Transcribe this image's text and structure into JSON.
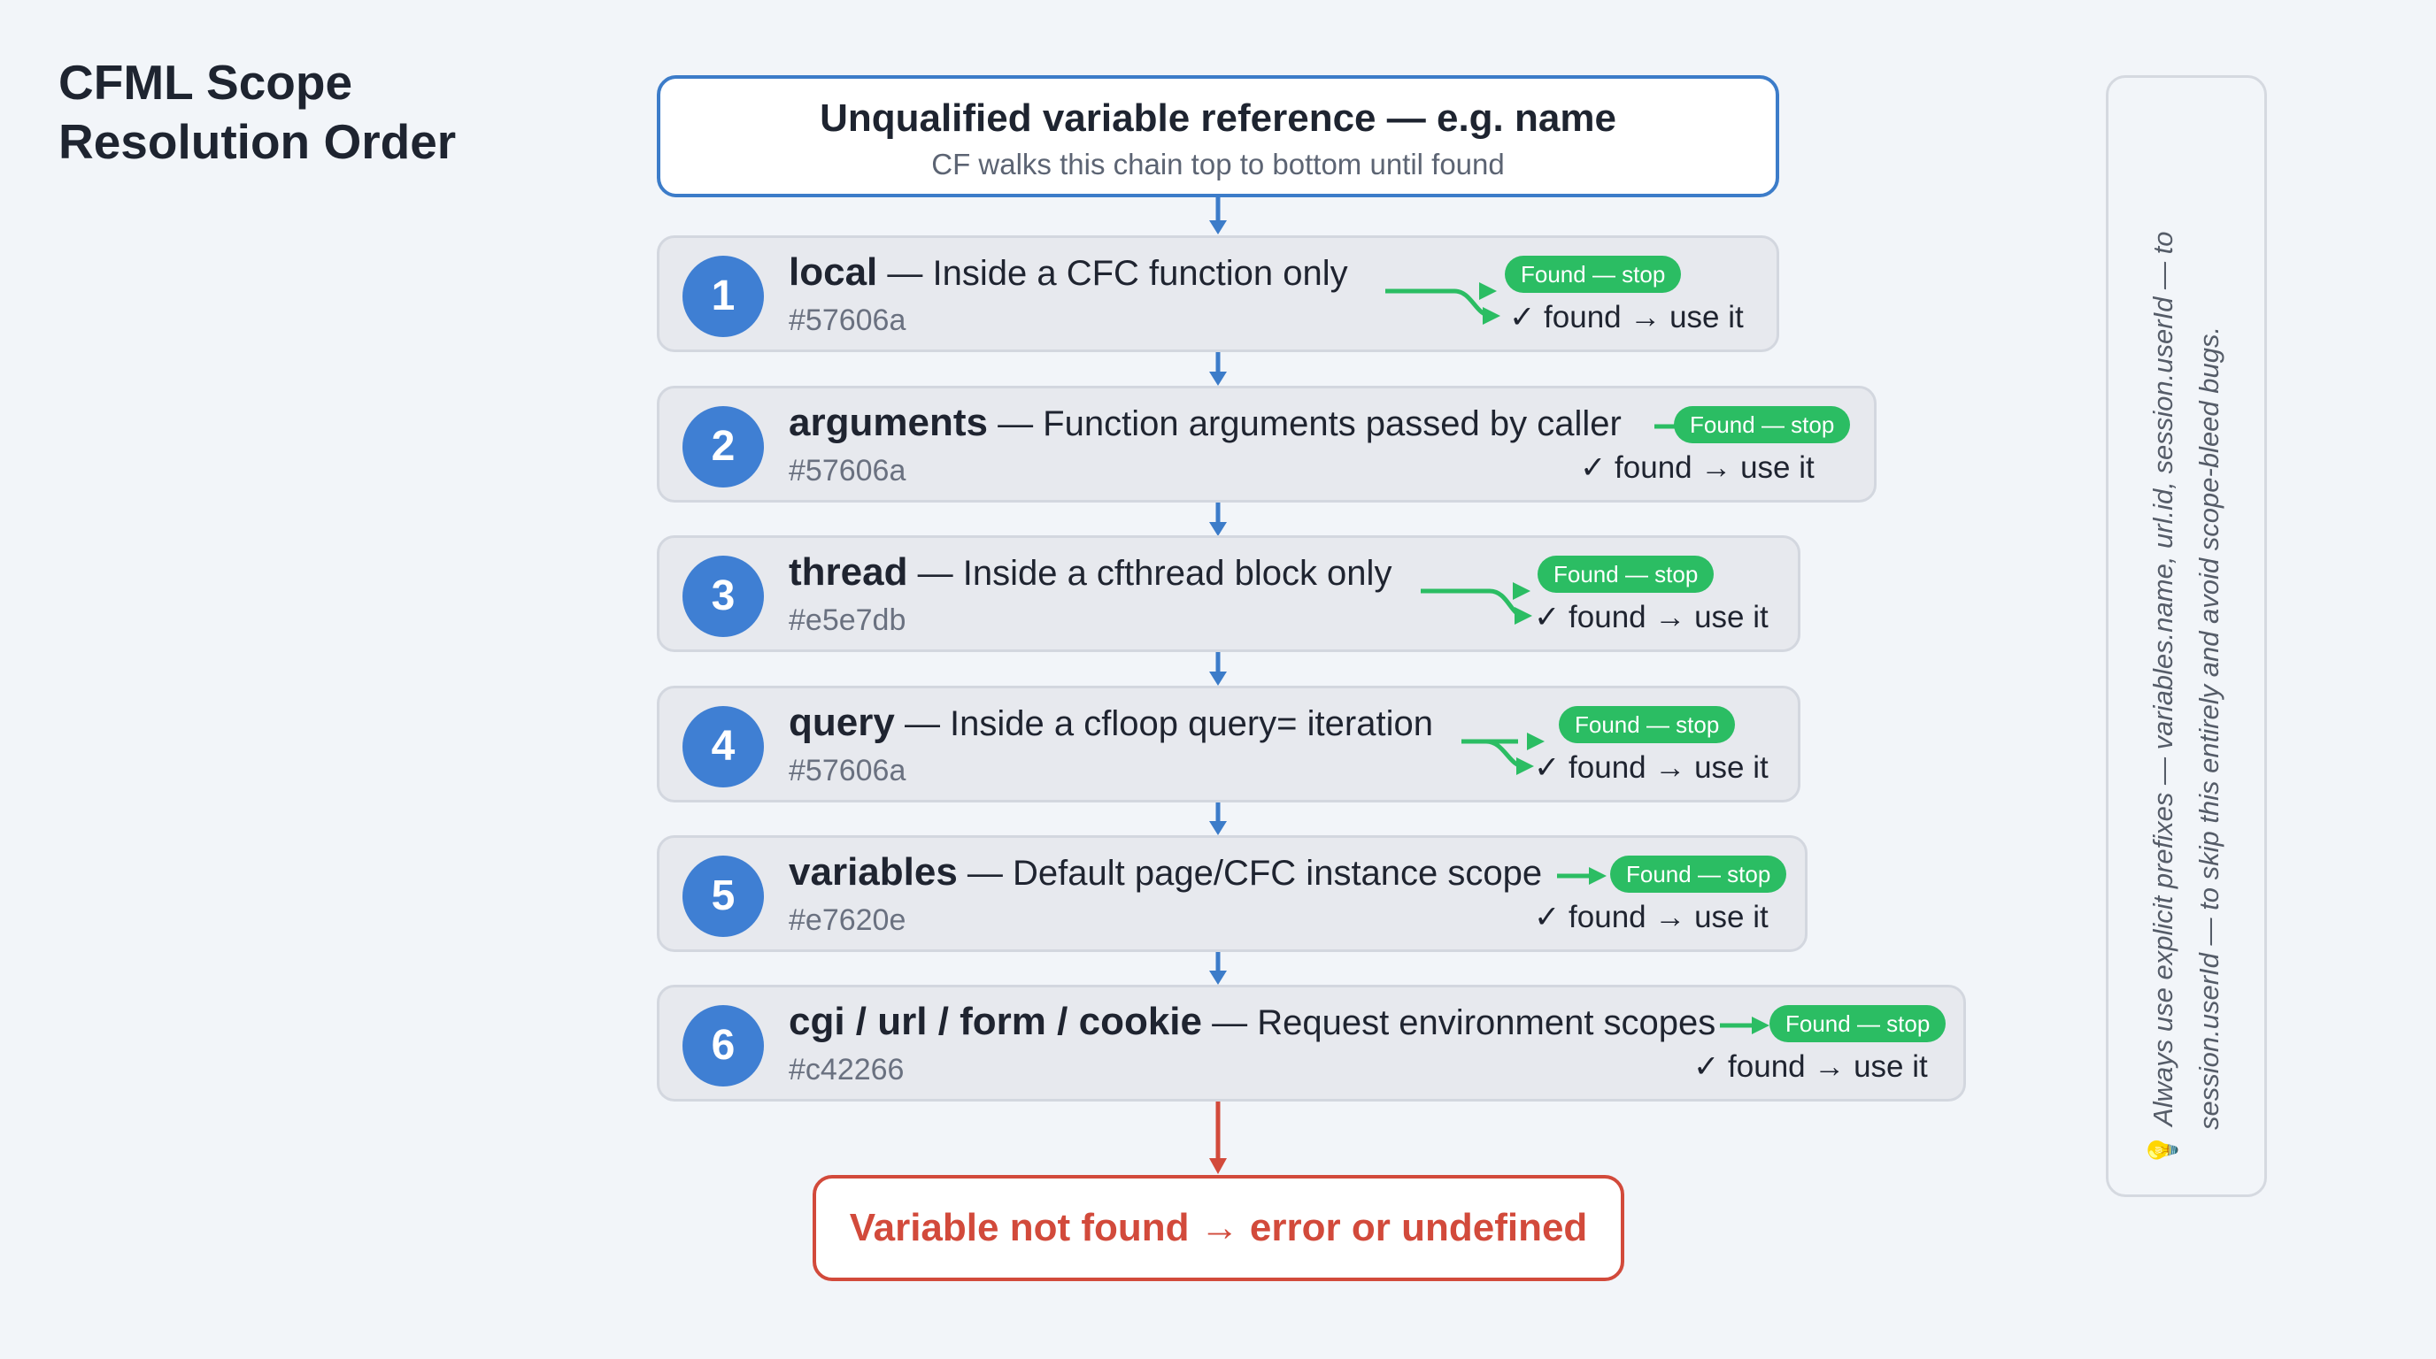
{
  "title": {
    "line1": "CFML Scope",
    "line2": "Resolution Order"
  },
  "start": {
    "title": "Unqualified variable reference — e.g. name",
    "subtitle": "CF walks this chain top to bottom until found"
  },
  "scopes": [
    {
      "number": "1",
      "name": "local",
      "description": " — Inside a CFC function only",
      "code": "#57606a",
      "found_label": "Found — stop",
      "use_label": "✓ found → use it"
    },
    {
      "number": "2",
      "name": "arguments",
      "description": " — Function arguments passed by caller",
      "code": "#57606a",
      "found_label": "Found — stop",
      "use_label": "✓ found → use it"
    },
    {
      "number": "3",
      "name": "thread",
      "description": " — Inside a cfthread block only",
      "code": "#e5e7db",
      "found_label": "Found — stop",
      "use_label": "✓ found → use it"
    },
    {
      "number": "4",
      "name": "query",
      "description": " — Inside a cfloop query= iteration",
      "code": "#57606a",
      "found_label": "Found — stop",
      "use_label": "✓ found → use it"
    },
    {
      "number": "5",
      "name": "variables",
      "description": " — Default page/CFC instance scope",
      "code": "#e7620e",
      "found_label": "Found — stop",
      "use_label": "✓ found → use it"
    },
    {
      "number": "6",
      "name": "cgi / url / form / cookie",
      "description": " — Request environment scopes",
      "code": "#c42266",
      "found_label": "Found — stop",
      "use_label": "✓ found → use it"
    }
  ],
  "end": {
    "label": "Variable not found → error or undefined"
  },
  "tip": {
    "icon": "lightbulb-icon",
    "line1": "Always use explicit prefixes — variables.name, url.id, session.userId — to",
    "line2": "session.userId — to skip this entirely and avoid scope-bleed bugs."
  },
  "colors": {
    "flow_arrow": "#3c7cc9",
    "found_green": "#2bbd63",
    "error_red": "#d24a3b",
    "badge_blue": "#3f7fd3"
  }
}
